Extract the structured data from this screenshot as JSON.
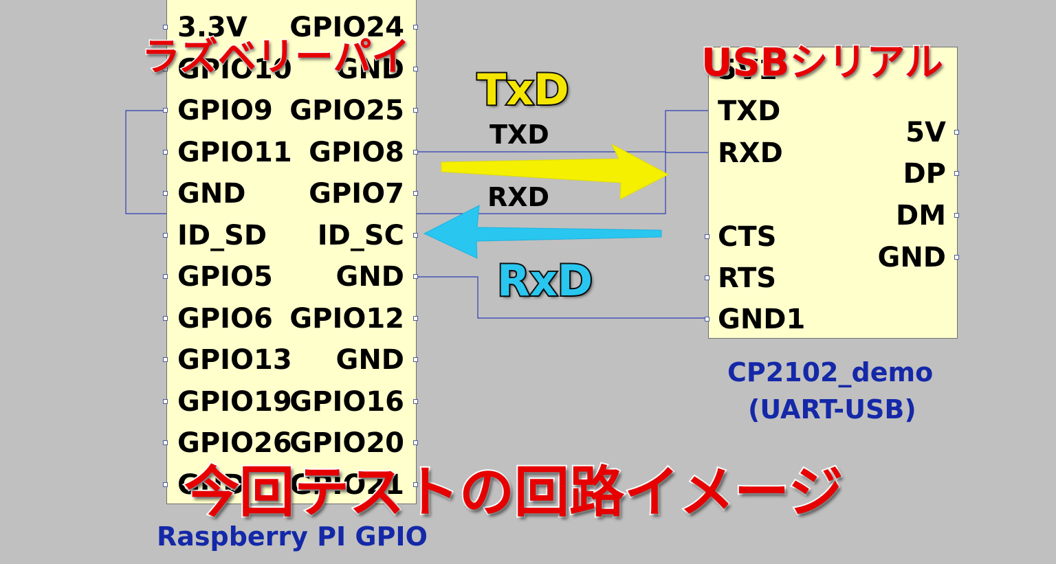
{
  "rpi": {
    "name": "Raspberry PI GPIO",
    "rows": [
      {
        "left": "3.3V",
        "right": "GPIO24"
      },
      {
        "left": "GPIO10",
        "right": "GND"
      },
      {
        "left": "GPIO9",
        "right": "GPIO25"
      },
      {
        "left": "GPIO11",
        "right": "GPIO8"
      },
      {
        "left": "GND",
        "right": "GPIO7"
      },
      {
        "left": "ID_SD",
        "right": "ID_SC"
      },
      {
        "left": "GPIO5",
        "right": "GND"
      },
      {
        "left": "GPIO6",
        "right": "GPIO12"
      },
      {
        "left": "GPIO13",
        "right": "GND"
      },
      {
        "left": "GPIO19",
        "right": "GPIO16"
      },
      {
        "left": "GPIO26",
        "right": "GPIO20"
      },
      {
        "left": "GND",
        "right": "GPIO21"
      }
    ]
  },
  "usb": {
    "name_line1": "CP2102_demo",
    "name_line2": "(UART-USB)",
    "left_pins": [
      "5V1",
      "TXD",
      "RXD",
      "CTS",
      "RTS",
      "GND1"
    ],
    "right_pins": [
      "5V",
      "DP",
      "DM",
      "GND"
    ]
  },
  "wires": {
    "txd_label": "TXD",
    "rxd_label": "RXD"
  },
  "annotations": {
    "rpi_title": "ラズベリーパイ",
    "usb_title": "USBシリアル",
    "txd_title": "TxD",
    "rxd_title": "RxD",
    "main_title": "今回テストの回路イメージ"
  },
  "colors": {
    "background": "#c0c0c0",
    "chip_fill": "#ffffcc",
    "wire": "#2d3db5",
    "chip_name": "#1428a8",
    "title_red": "#e60000",
    "txd_arrow": "#f5f000",
    "rxd_arrow": "#29c6f0"
  }
}
